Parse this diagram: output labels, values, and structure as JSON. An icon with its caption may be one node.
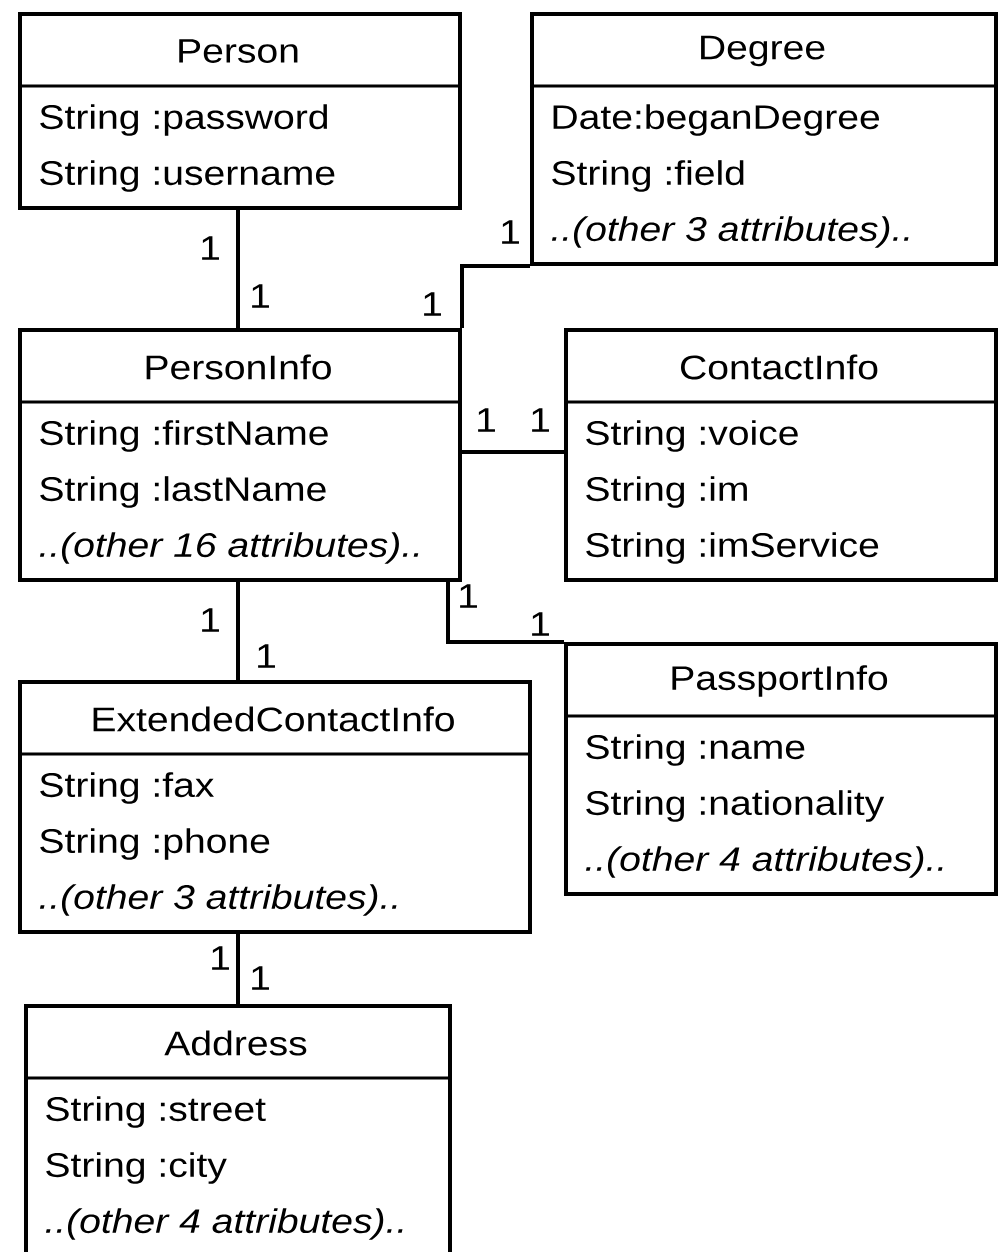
{
  "diagram": {
    "nodes": [
      {
        "text": [
          "Person",
          "String :password",
          "String :username"
        ]
      },
      {
        "text": [
          "Degree",
          "Date:beganDegree",
          "String :field",
          "*..(other 3 attributes)..*"
        ]
      },
      {
        "text": [
          "PersonInfo",
          "String :firstName",
          "String :lastName",
          "*..(other 16 attributes)..*"
        ]
      },
      {
        "text": [
          "ContactInfo",
          "String :voice",
          "String :im",
          "String :imService"
        ]
      },
      {
        "text": [
          "PassportInfo",
          "String :name",
          "String :nationality",
          "*..(other 4 attributes)..*"
        ]
      },
      {
        "text": [
          "ExtendedContactInfo",
          "String :fax",
          "String :phone",
          "*..(other 3 attributes)..*"
        ]
      },
      {
        "text": [
          "Address",
          "String :street",
          "String :city",
          "*..(other 4 attributes)..*"
        ]
      }
    ],
    "edges": [
      {
        "from": 0,
        "to": 2,
        "arrow": "none"
      },
      {
        "from": 2,
        "to": 1,
        "arrow": "none"
      },
      {
        "from": 2,
        "to": 3,
        "arrow": "none"
      },
      {
        "from": 2,
        "to": 4,
        "arrow": "none"
      },
      {
        "from": 2,
        "to": 5,
        "arrow": "none"
      },
      {
        "from": 5,
        "to": 6,
        "arrow": "none"
      }
    ],
    "labels": [
      "1",
      "1",
      "1",
      "1",
      "1",
      "1",
      "1",
      "1",
      "1",
      "1",
      "1",
      "1"
    ]
  }
}
